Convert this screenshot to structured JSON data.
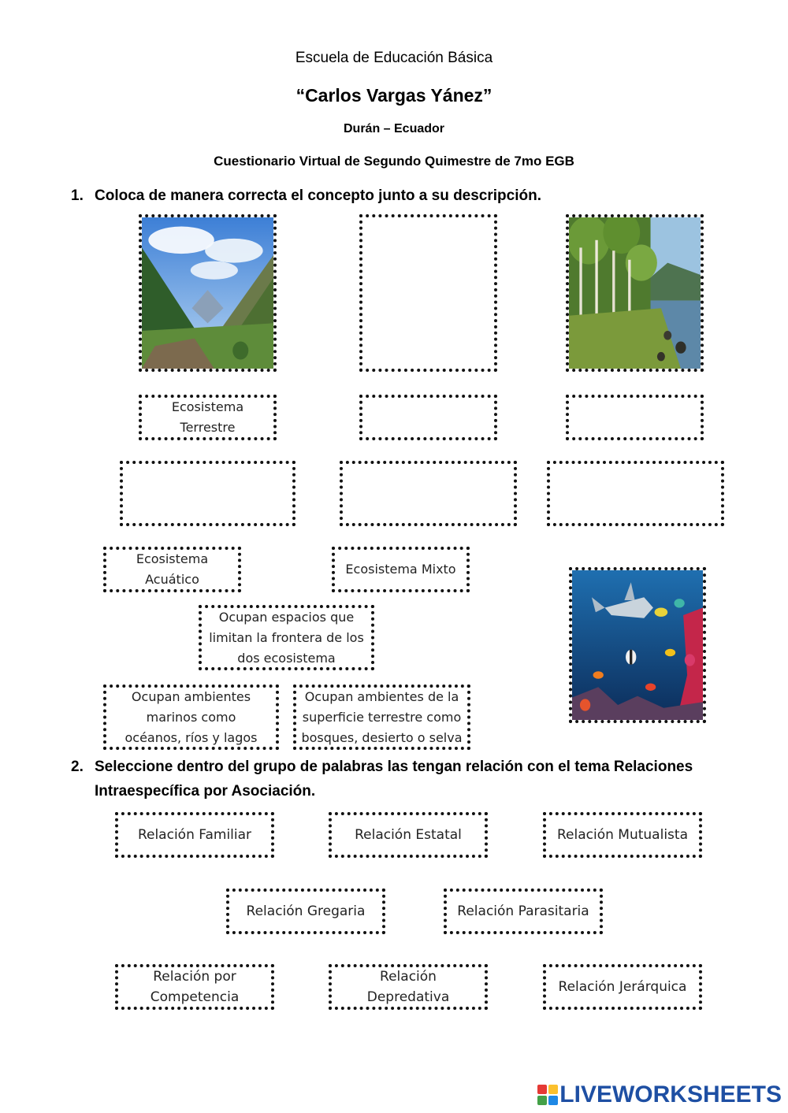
{
  "header": {
    "school": "Escuela de Educación Básica",
    "name": "“Carlos Vargas Yánez”",
    "city": "Durán – Ecuador",
    "quiz": "Cuestionario Virtual de Segundo Quimestre de 7mo EGB"
  },
  "question1": {
    "number": "1.",
    "text": "Coloca de manera correcta el concepto junto a su descripción.",
    "images": [
      "mountain-valley-image",
      "forest-lake-image",
      "underwater-ocean-image"
    ],
    "labels": {
      "terrestre": "Ecosistema Terrestre",
      "acuatico": "Ecosistema Acuático",
      "mixto": "Ecosistema Mixto"
    },
    "descriptions": {
      "mixto": "Ocupan espacios que limitan la frontera de los dos ecosistema",
      "acuatico": "Ocupan ambientes marinos como océanos, ríos y lagos",
      "terrestre": "Ocupan ambientes de la superficie terrestre como bosques, desierto o selva"
    }
  },
  "question2": {
    "number": "2.",
    "line1": "Seleccione dentro del grupo de palabras las tengan relación con el tema Relaciones",
    "line2": "Intraespecífica por Asociación.",
    "options": [
      "Relación Familiar",
      "Relación Estatal",
      "Relación Mutualista",
      "Relación Gregaria",
      "Relación Parasitaria",
      "Relación por Competencia",
      "Relación Depredativa",
      "Relación Jerárquica"
    ]
  },
  "footer": {
    "logo": "LIVEWORKSHEETS",
    "logo_colors": [
      "#e53935",
      "#fbc02d",
      "#43a047",
      "#1e88e5"
    ]
  }
}
